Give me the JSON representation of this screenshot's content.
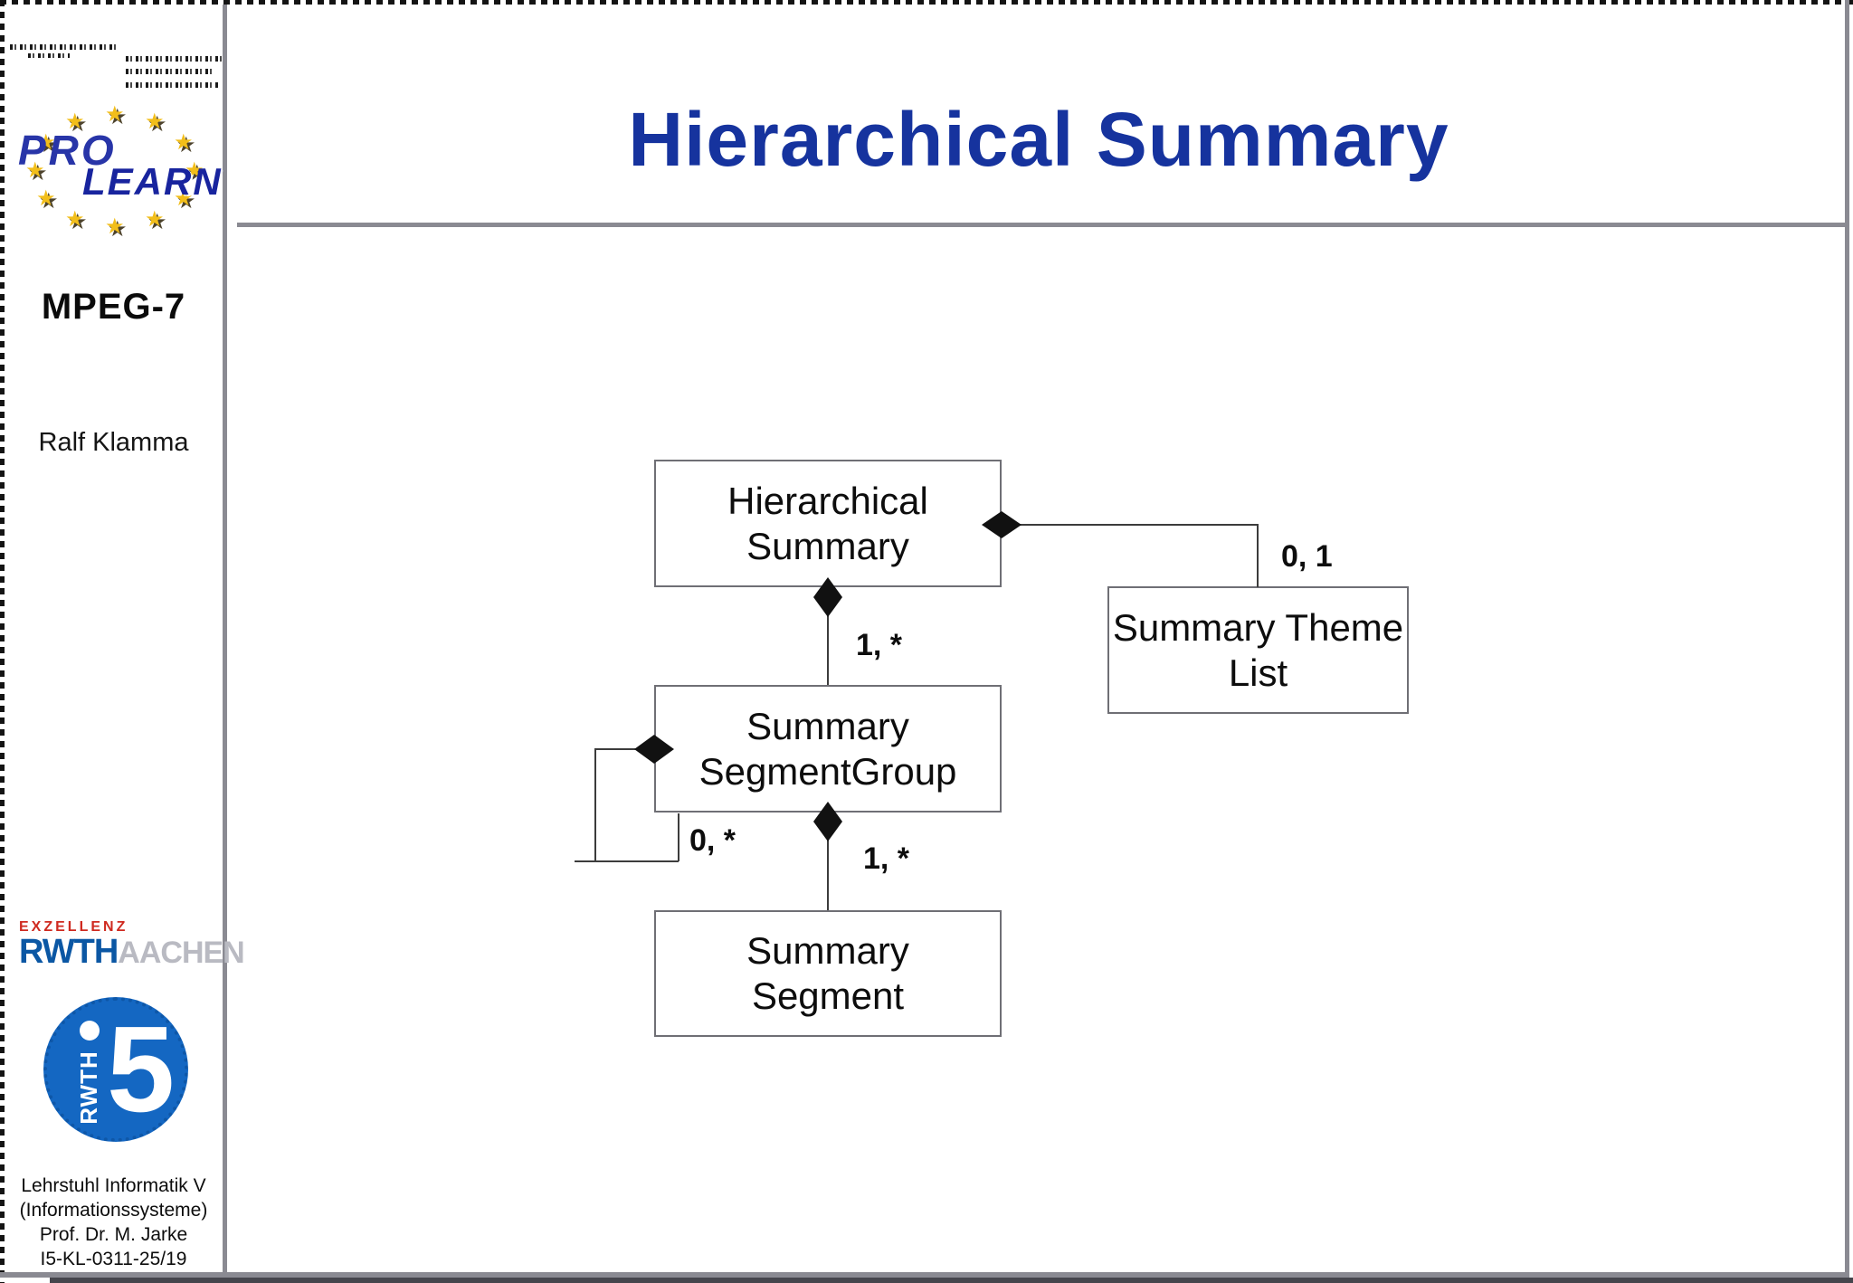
{
  "slide": {
    "title": "Hierarchical Summary"
  },
  "sidebar": {
    "prolearn_logo": {
      "pro": "PRO",
      "learn": "LEARN"
    },
    "standard_label": "MPEG-7",
    "author": "Ralf Klamma",
    "rwth_logo": {
      "exzellenz": "EXZELLENZ",
      "name": "RWTH",
      "city": "AACHEN"
    },
    "i5_logo": {
      "digit": "5",
      "vertical_text": "RWTH"
    },
    "credits": [
      "Lehrstuhl Informatik V",
      "(Informationssysteme)",
      "Prof. Dr. M. Jarke",
      "I5-KL-0311-25/19"
    ]
  },
  "diagram": {
    "boxes": {
      "hierarchical_summary": {
        "line1": "Hierarchical",
        "line2": "Summary"
      },
      "summary_theme_list": {
        "line1": "Summary Theme",
        "line2": "List"
      },
      "summary_segment_group": {
        "line1": "Summary",
        "line2": "SegmentGroup"
      },
      "summary_segment": {
        "line1": "Summary",
        "line2": "Segment"
      }
    },
    "multiplicities": {
      "theme_list": "0, 1",
      "segment_group": "1, *",
      "self_reference": "0, *",
      "segment": "1, *"
    }
  },
  "colors": {
    "title_blue": "#16339e",
    "border_gray": "#8a8a92",
    "diagram_line": "#3c3c3c",
    "star_gold": "#f2be1a",
    "prolearn_blue": "#2835a8",
    "rwth_blue": "#0b57a4",
    "rwth_gray": "#b9bac2",
    "exzellenz_red": "#cf2a20",
    "i5_blue": "#1467c2"
  }
}
